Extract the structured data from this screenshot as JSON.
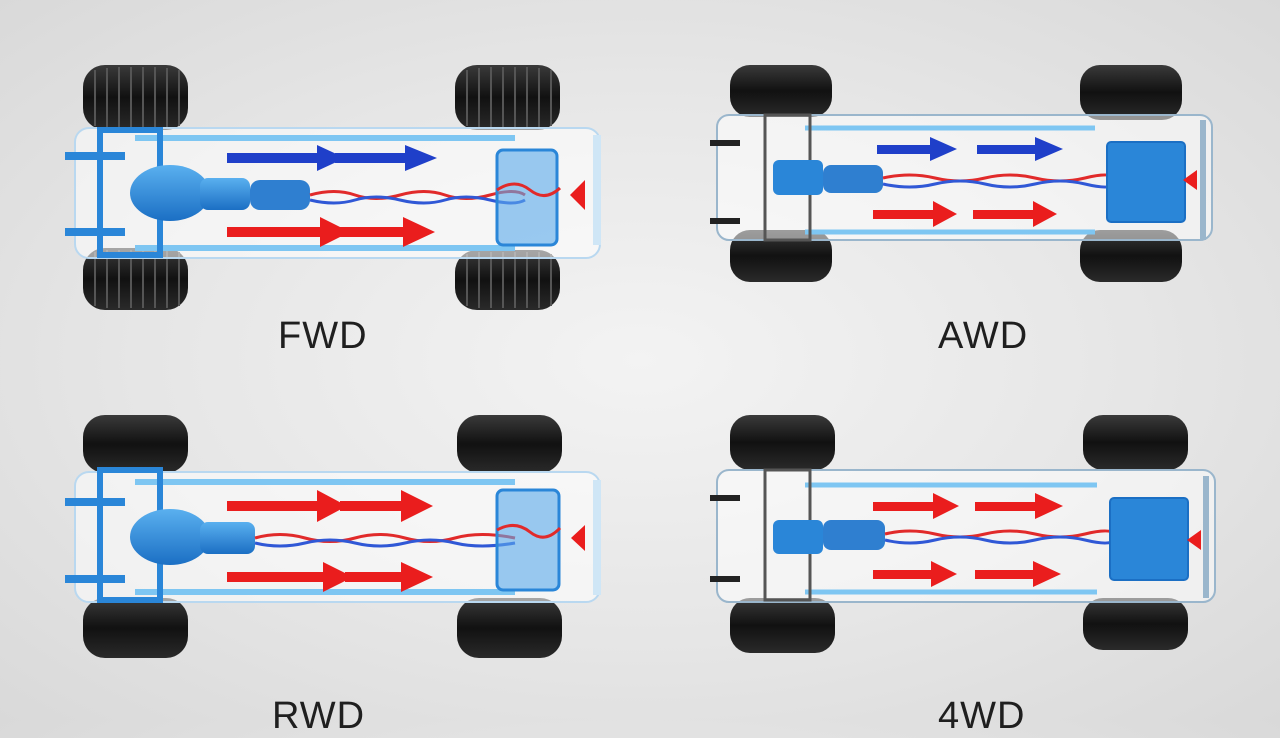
{
  "diagrams": [
    {
      "label": "FWD",
      "variant": "front",
      "top_arrows": "blue",
      "bottom_arrows": "red"
    },
    {
      "label": "AWD",
      "variant": "awd",
      "top_arrows": "blue",
      "bottom_arrows": "red"
    },
    {
      "label": "RWD",
      "variant": "rear",
      "top_arrows": "red",
      "bottom_arrows": "red"
    },
    {
      "label": "4WD",
      "variant": "4wd",
      "top_arrows": "red",
      "bottom_arrows": "red"
    }
  ],
  "colors": {
    "blue_arrow": "#1f3fc9",
    "red_arrow": "#ea1d1d",
    "frame_blue": "#2a86d8",
    "tire": "#1b1b1b"
  }
}
